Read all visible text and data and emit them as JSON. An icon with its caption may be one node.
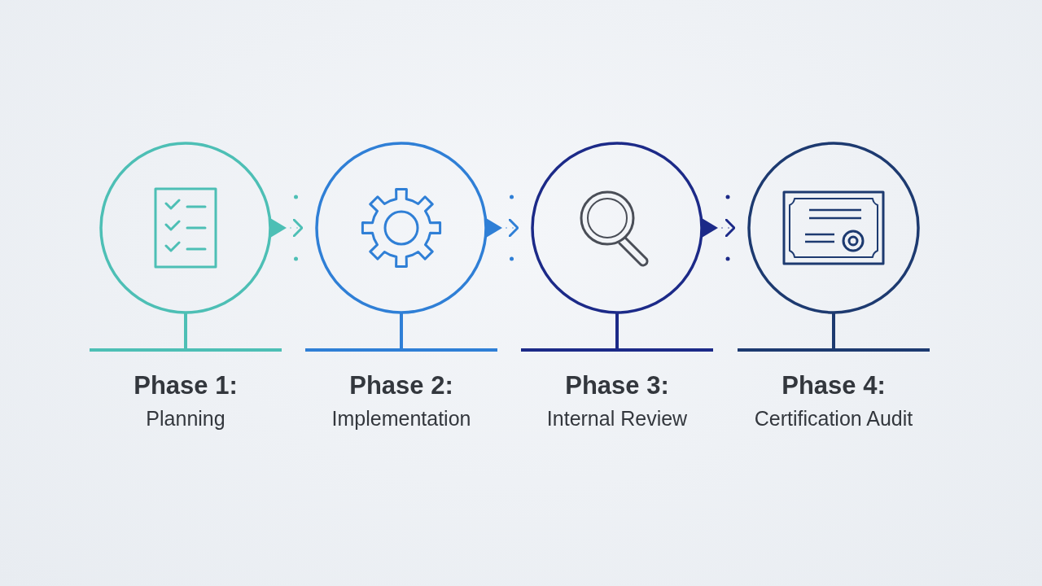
{
  "diagram": {
    "nodes": [
      {
        "text": [
          "Phase 1:",
          "Planning"
        ]
      },
      {
        "text": [
          "Phase 2:",
          "Implementation"
        ]
      },
      {
        "text": [
          "Phase 3:",
          "Internal Review"
        ]
      },
      {
        "text": [
          "Phase 4:",
          "Certification Audit"
        ]
      }
    ],
    "edges": [
      {
        "from": 0,
        "to": 1,
        "arrow": "to",
        "color": "#4dbfb5"
      },
      {
        "from": 1,
        "to": 2,
        "arrow": "to",
        "color": "#2f7fd6"
      },
      {
        "from": 2,
        "to": 3,
        "arrow": "to",
        "color": "#1c2a88"
      }
    ]
  }
}
